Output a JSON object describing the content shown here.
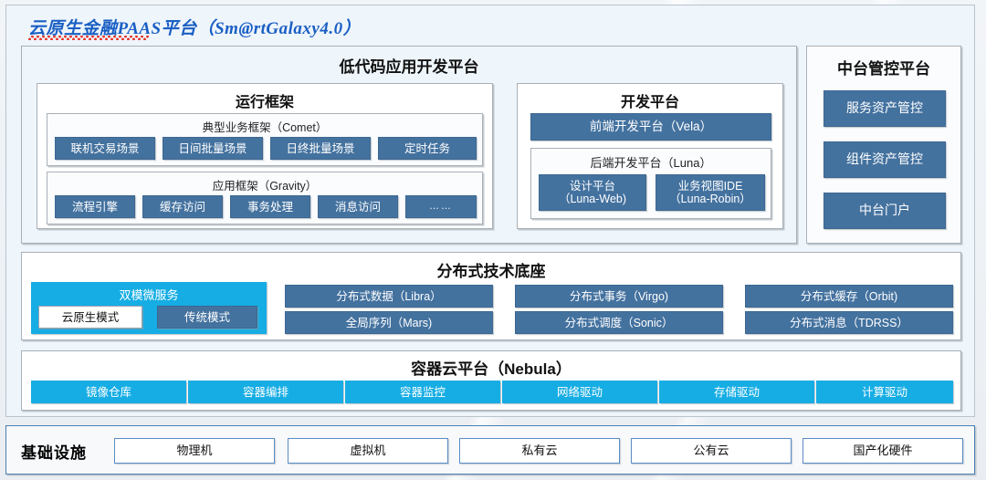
{
  "document": {
    "title": "云原生金融PAAS平台（Sm@rtGalaxy4.0）",
    "title_color": "#1a5fc4",
    "spellcheck_underline": true
  },
  "palette": {
    "dark_blue": "#44729f",
    "cyan": "#16ade4",
    "panel_tint": "#eef5fb",
    "panel_border": "#a9b0b7",
    "infra_border": "#4c7fb3",
    "page_background": "#eef1f4"
  },
  "lowcode": {
    "title": "低代码应用开发平台",
    "runtime": {
      "title": "运行框架",
      "comet": {
        "title": "典型业务框架（Comet）",
        "items": [
          {
            "label": "联机交易场景"
          },
          {
            "label": "日间批量场景"
          },
          {
            "label": "日终批量场景"
          },
          {
            "label": "定时任务"
          }
        ]
      },
      "gravity": {
        "title": "应用框架（Gravity）",
        "items": [
          {
            "label": "流程引擎"
          },
          {
            "label": "缓存访问"
          },
          {
            "label": "事务处理"
          },
          {
            "label": "消息访问"
          },
          {
            "label": "……"
          }
        ]
      }
    },
    "devplatform": {
      "title": "开发平台",
      "frontend": {
        "label": "前端开发平台（Vela）"
      },
      "backend": {
        "title": "后端开发平台（Luna）",
        "items": [
          {
            "label": "设计平台\n（Luna-Web)"
          },
          {
            "label": "业务视图IDE\n（Luna-Robin）"
          }
        ]
      }
    }
  },
  "midplatform": {
    "title": "中台管控平台",
    "items": [
      {
        "label": "服务资产管控"
      },
      {
        "label": "组件资产管控"
      },
      {
        "label": "中台门户"
      }
    ]
  },
  "distributed": {
    "title": "分布式技术底座",
    "dualmode": {
      "label": "双模微服务",
      "modes": [
        {
          "label": "云原生模式",
          "style": "white"
        },
        {
          "label": "传统模式",
          "style": "dark"
        }
      ]
    },
    "items": [
      {
        "label": "分布式数据（Libra）"
      },
      {
        "label": "分布式事务（Virgo)"
      },
      {
        "label": "分布式缓存（Orbit)"
      },
      {
        "label": "全局序列（Mars)"
      },
      {
        "label": "分布式调度（Sonic）"
      },
      {
        "label": "分布式消息（TDRSS）"
      }
    ]
  },
  "container": {
    "title": "容器云平台（Nebula）",
    "items": [
      {
        "label": "镜像仓库"
      },
      {
        "label": "容器编排"
      },
      {
        "label": "容器监控"
      },
      {
        "label": "网络驱动"
      },
      {
        "label": "存储驱动"
      },
      {
        "label": "计算驱动"
      }
    ]
  },
  "infrastructure": {
    "label": "基础设施",
    "items": [
      {
        "label": "物理机"
      },
      {
        "label": "虚拟机"
      },
      {
        "label": "私有云"
      },
      {
        "label": "公有云"
      },
      {
        "label": "国产化硬件"
      }
    ]
  }
}
